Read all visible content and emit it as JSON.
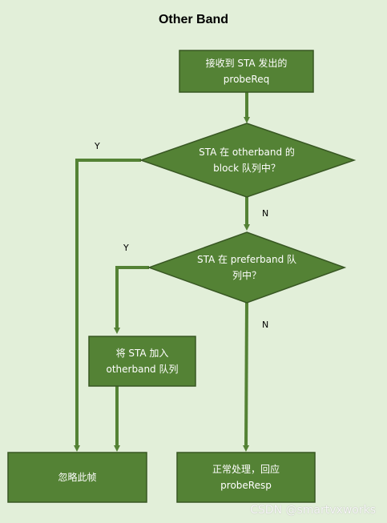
{
  "title": "Other Band",
  "nodes": {
    "receive": {
      "line1": "接收到 STA 发出的",
      "line2": "probeReq"
    },
    "decision_block": {
      "line1": "STA 在 otherband 的",
      "line2": "block 队列中？"
    },
    "decision_prefer": {
      "line1": "STA 在 preferband 队",
      "line2": "列中？"
    },
    "add_queue": {
      "line1": "将 STA 加入",
      "line2": "otherband 队列"
    },
    "ignore": {
      "line1": "忽略此帧"
    },
    "normal": {
      "line1": "正常处理，回应",
      "line2": "probeResp"
    }
  },
  "labels": {
    "y1": "Y",
    "n1": "N",
    "y2": "Y",
    "n2": "N"
  },
  "watermark": "CSDN @smartvxworks",
  "colors": {
    "fill": "#548235",
    "stroke": "#385723",
    "arrow": "#548235",
    "background": "#e2efd9"
  }
}
